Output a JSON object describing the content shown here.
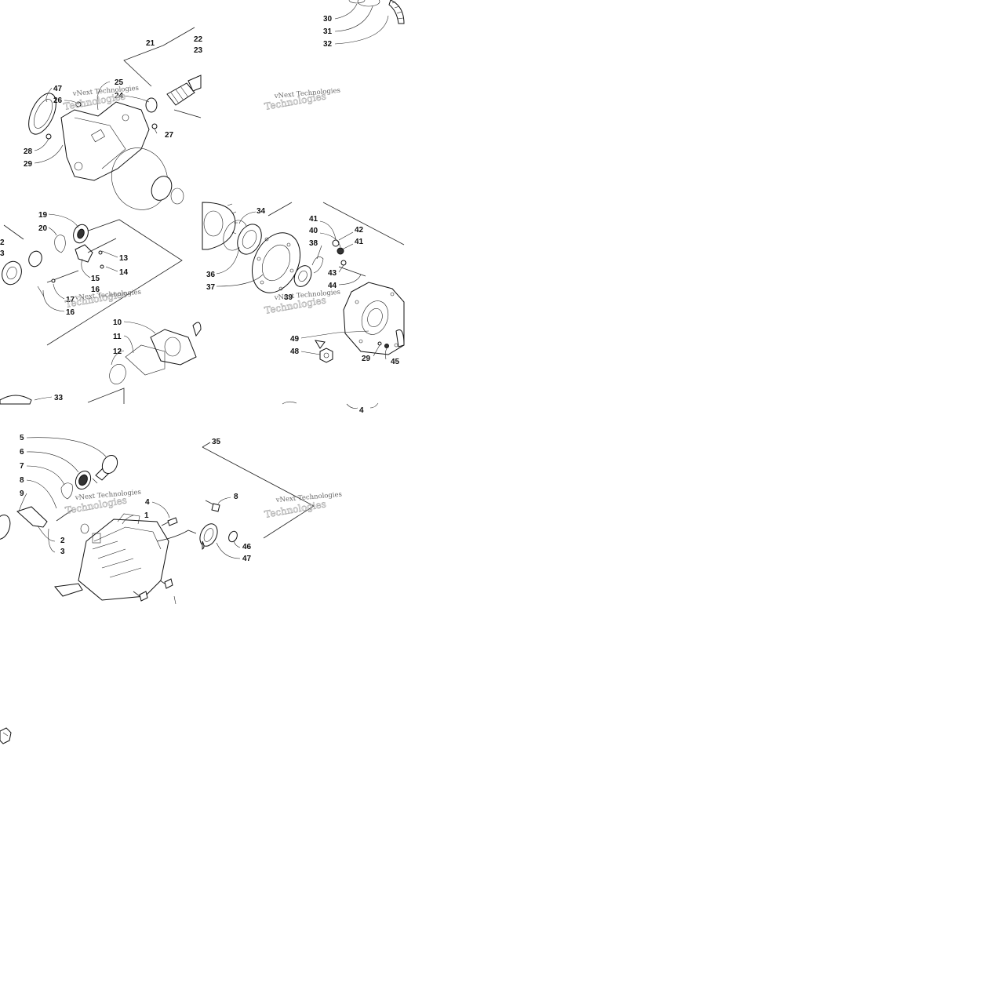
{
  "labels": {
    "p1": "1",
    "p2": "2",
    "p3": "3",
    "p4": "4",
    "p4b": "4",
    "p5": "5",
    "p6": "6",
    "p7": "7",
    "p8": "8",
    "p8b": "8",
    "p9": "9",
    "p10": "10",
    "p11": "11",
    "p12": "12",
    "p13": "13",
    "p14": "14",
    "p15": "15",
    "p16": "16",
    "p16b": "16",
    "p17": "17",
    "p19": "19",
    "p20": "20",
    "p21": "21",
    "p22": "22",
    "p23": "23",
    "p24": "24",
    "p25": "25",
    "p26": "26",
    "p27": "27",
    "p28": "28",
    "p29": "29",
    "p29b": "29",
    "p30": "30",
    "p31": "31",
    "p32": "32",
    "p33": "33",
    "p34": "34",
    "p35": "35",
    "p36": "36",
    "p37": "37",
    "p38": "38",
    "p39": "39",
    "p40": "40",
    "p41": "41",
    "p41b": "41",
    "p42": "42",
    "p43": "43",
    "p44": "44",
    "p45": "45",
    "p46": "46",
    "p47": "47",
    "p47b": "47",
    "p48": "48",
    "p49": "49",
    "p2b": "2",
    "p3b": "3"
  },
  "watermark": {
    "brand": "vNext Technologies",
    "ghost": "Technologies"
  }
}
